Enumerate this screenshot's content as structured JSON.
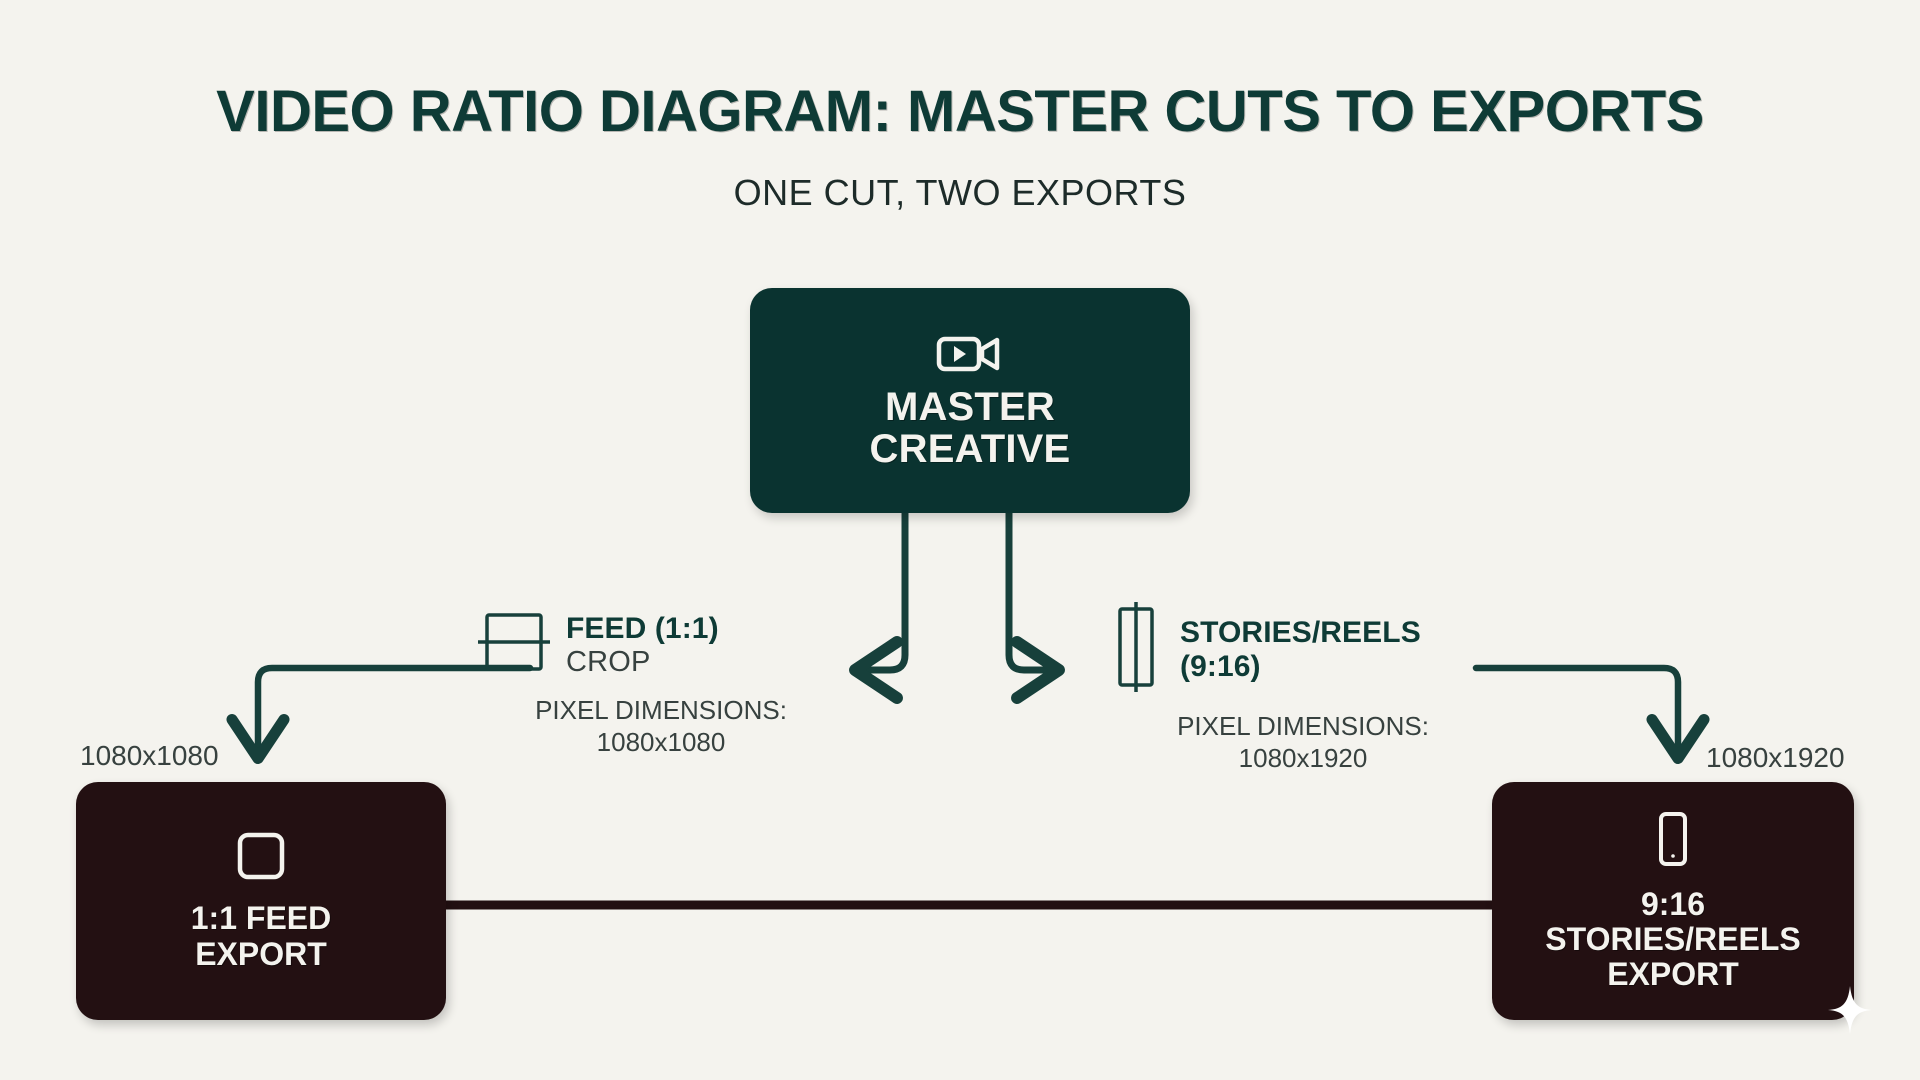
{
  "header": {
    "title": "VIDEO RATIO DIAGRAM: MASTER CUTS TO EXPORTS",
    "subtitle": "ONE CUT, TWO EXPORTS"
  },
  "master": {
    "label": "MASTER\nCREATIVE",
    "icon": "video-camera-icon"
  },
  "branches": [
    {
      "id": "feed",
      "icon": "square-crop-icon",
      "name": "FEED (1:1)",
      "sub": "CROP",
      "dims_label": "PIXEL DIMENSIONS:",
      "dims_value": "1080x1080",
      "dims": "PIXEL DIMENSIONS:\n1080x1080"
    },
    {
      "id": "stories",
      "icon": "vertical-frame-icon",
      "name": "STORIES/REELS\n(9:16)",
      "sub": "",
      "dims_label": "PIXEL DIMENSIONS:",
      "dims_value": "1080x1920",
      "dims": "PIXEL DIMENSIONS:\n1080x1920"
    }
  ],
  "exports": [
    {
      "id": "feed",
      "icon": "rounded-square-icon",
      "label": "1:1 FEED\nEXPORT",
      "callout": "1080x1080"
    },
    {
      "id": "stories",
      "icon": "phone-icon",
      "label": "9:16\nSTORIES/REELS\nEXPORT",
      "callout": "1080x1920"
    }
  ],
  "colors": {
    "background": "#f4f3ee",
    "master_box": "#0a3330",
    "export_box": "#231012",
    "title": "#0e3b36",
    "connector_teal": "#17403b",
    "connector_maroon": "#231012",
    "box_text": "#f4f3ee"
  }
}
